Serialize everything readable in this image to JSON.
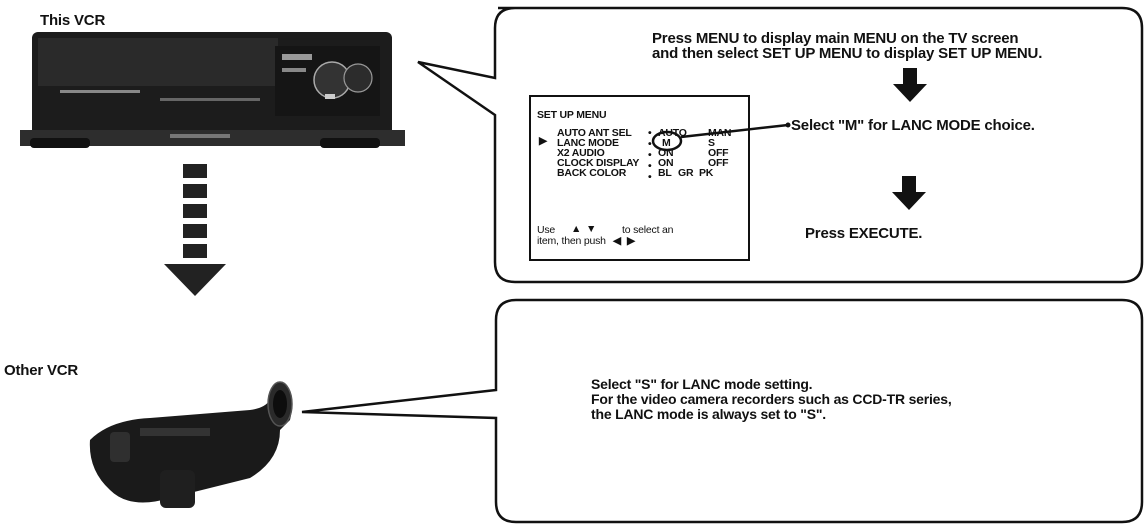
{
  "labels": {
    "this_vcr": "This VCR",
    "other_vcr": "Other VCR"
  },
  "top_callout": {
    "instruction_line1": "Press MENU to display main MENU on the TV screen",
    "instruction_line2": "and then select SET UP MENU to display SET UP MENU.",
    "select_m": "Select \"M\" for LANC MODE choice.",
    "press_execute": "Press EXECUTE."
  },
  "setup_menu": {
    "title": "SET UP MENU",
    "rows": [
      {
        "label": "AUTO ANT SEL",
        "options": [
          "AUTO",
          "MAN"
        ]
      },
      {
        "label": "LANC MODE",
        "options": [
          "M",
          "S"
        ]
      },
      {
        "label": "X2 AUDIO",
        "options": [
          "ON",
          "OFF"
        ]
      },
      {
        "label": "CLOCK DISPLAY",
        "options": [
          "ON",
          "OFF"
        ]
      },
      {
        "label": "BACK COLOR",
        "options": [
          "BL",
          "GR",
          "PK"
        ]
      }
    ],
    "help_line1_a": "Use",
    "help_line1_b": "to select an",
    "help_line2": "item, then push"
  },
  "bottom_callout": {
    "line1": "Select \"S\" for LANC mode setting.",
    "line2": "For the video camera recorders such as CCD-TR series,",
    "line3": "the LANC mode is always set to \"S\"."
  },
  "colors": {
    "ink": "#111111",
    "device": "#1c1c1c"
  },
  "icons": [
    "vcr-device-icon",
    "camcorder-icon",
    "down-arrow-icon",
    "selection-pointer-icon"
  ]
}
